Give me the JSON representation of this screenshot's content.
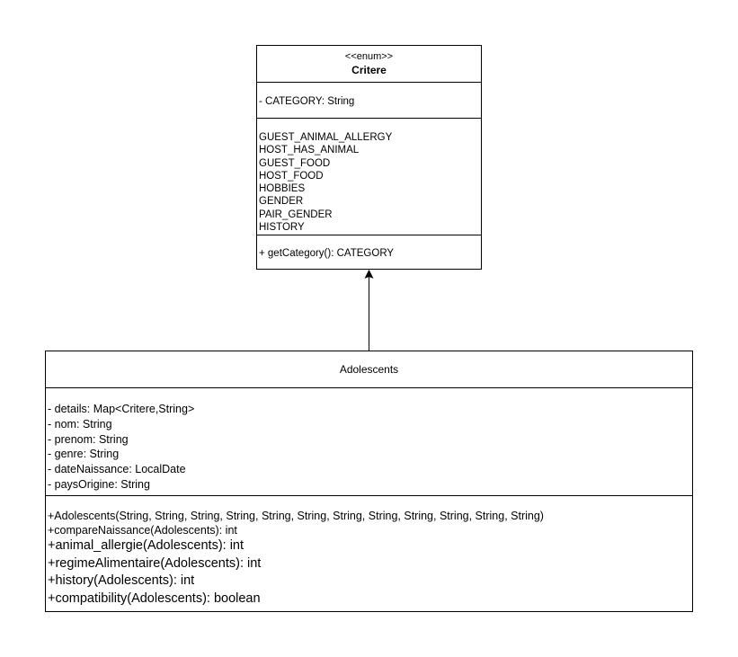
{
  "critere": {
    "stereotype": "<<enum>>",
    "name": "Critere",
    "attributes": [
      "- CATEGORY: String"
    ],
    "literals": [
      "GUEST_ANIMAL_ALLERGY",
      "HOST_HAS_ANIMAL",
      "GUEST_FOOD",
      "HOST_FOOD",
      "HOBBIES",
      "GENDER",
      "PAIR_GENDER",
      "HISTORY"
    ],
    "operations": [
      "+ getCategory(): CATEGORY"
    ]
  },
  "adolescents": {
    "name": "Adolescents",
    "attributes": [
      "- details: Map<Critere,String>",
      "- nom: String",
      "- prenom: String",
      "- genre: String",
      "- dateNaissance: LocalDate",
      "- paysOrigine: String"
    ],
    "operations": [
      "+Adolescents(String, String, String, String, String, String, String, String, String, String, String, String)",
      "+compareNaissance(Adolescents): int",
      "+animal_allergie(Adolescents): int",
      "+regimeAlimentaire(Adolescents): int",
      "+history(Adolescents): int",
      "+compatibility(Adolescents): boolean"
    ]
  }
}
